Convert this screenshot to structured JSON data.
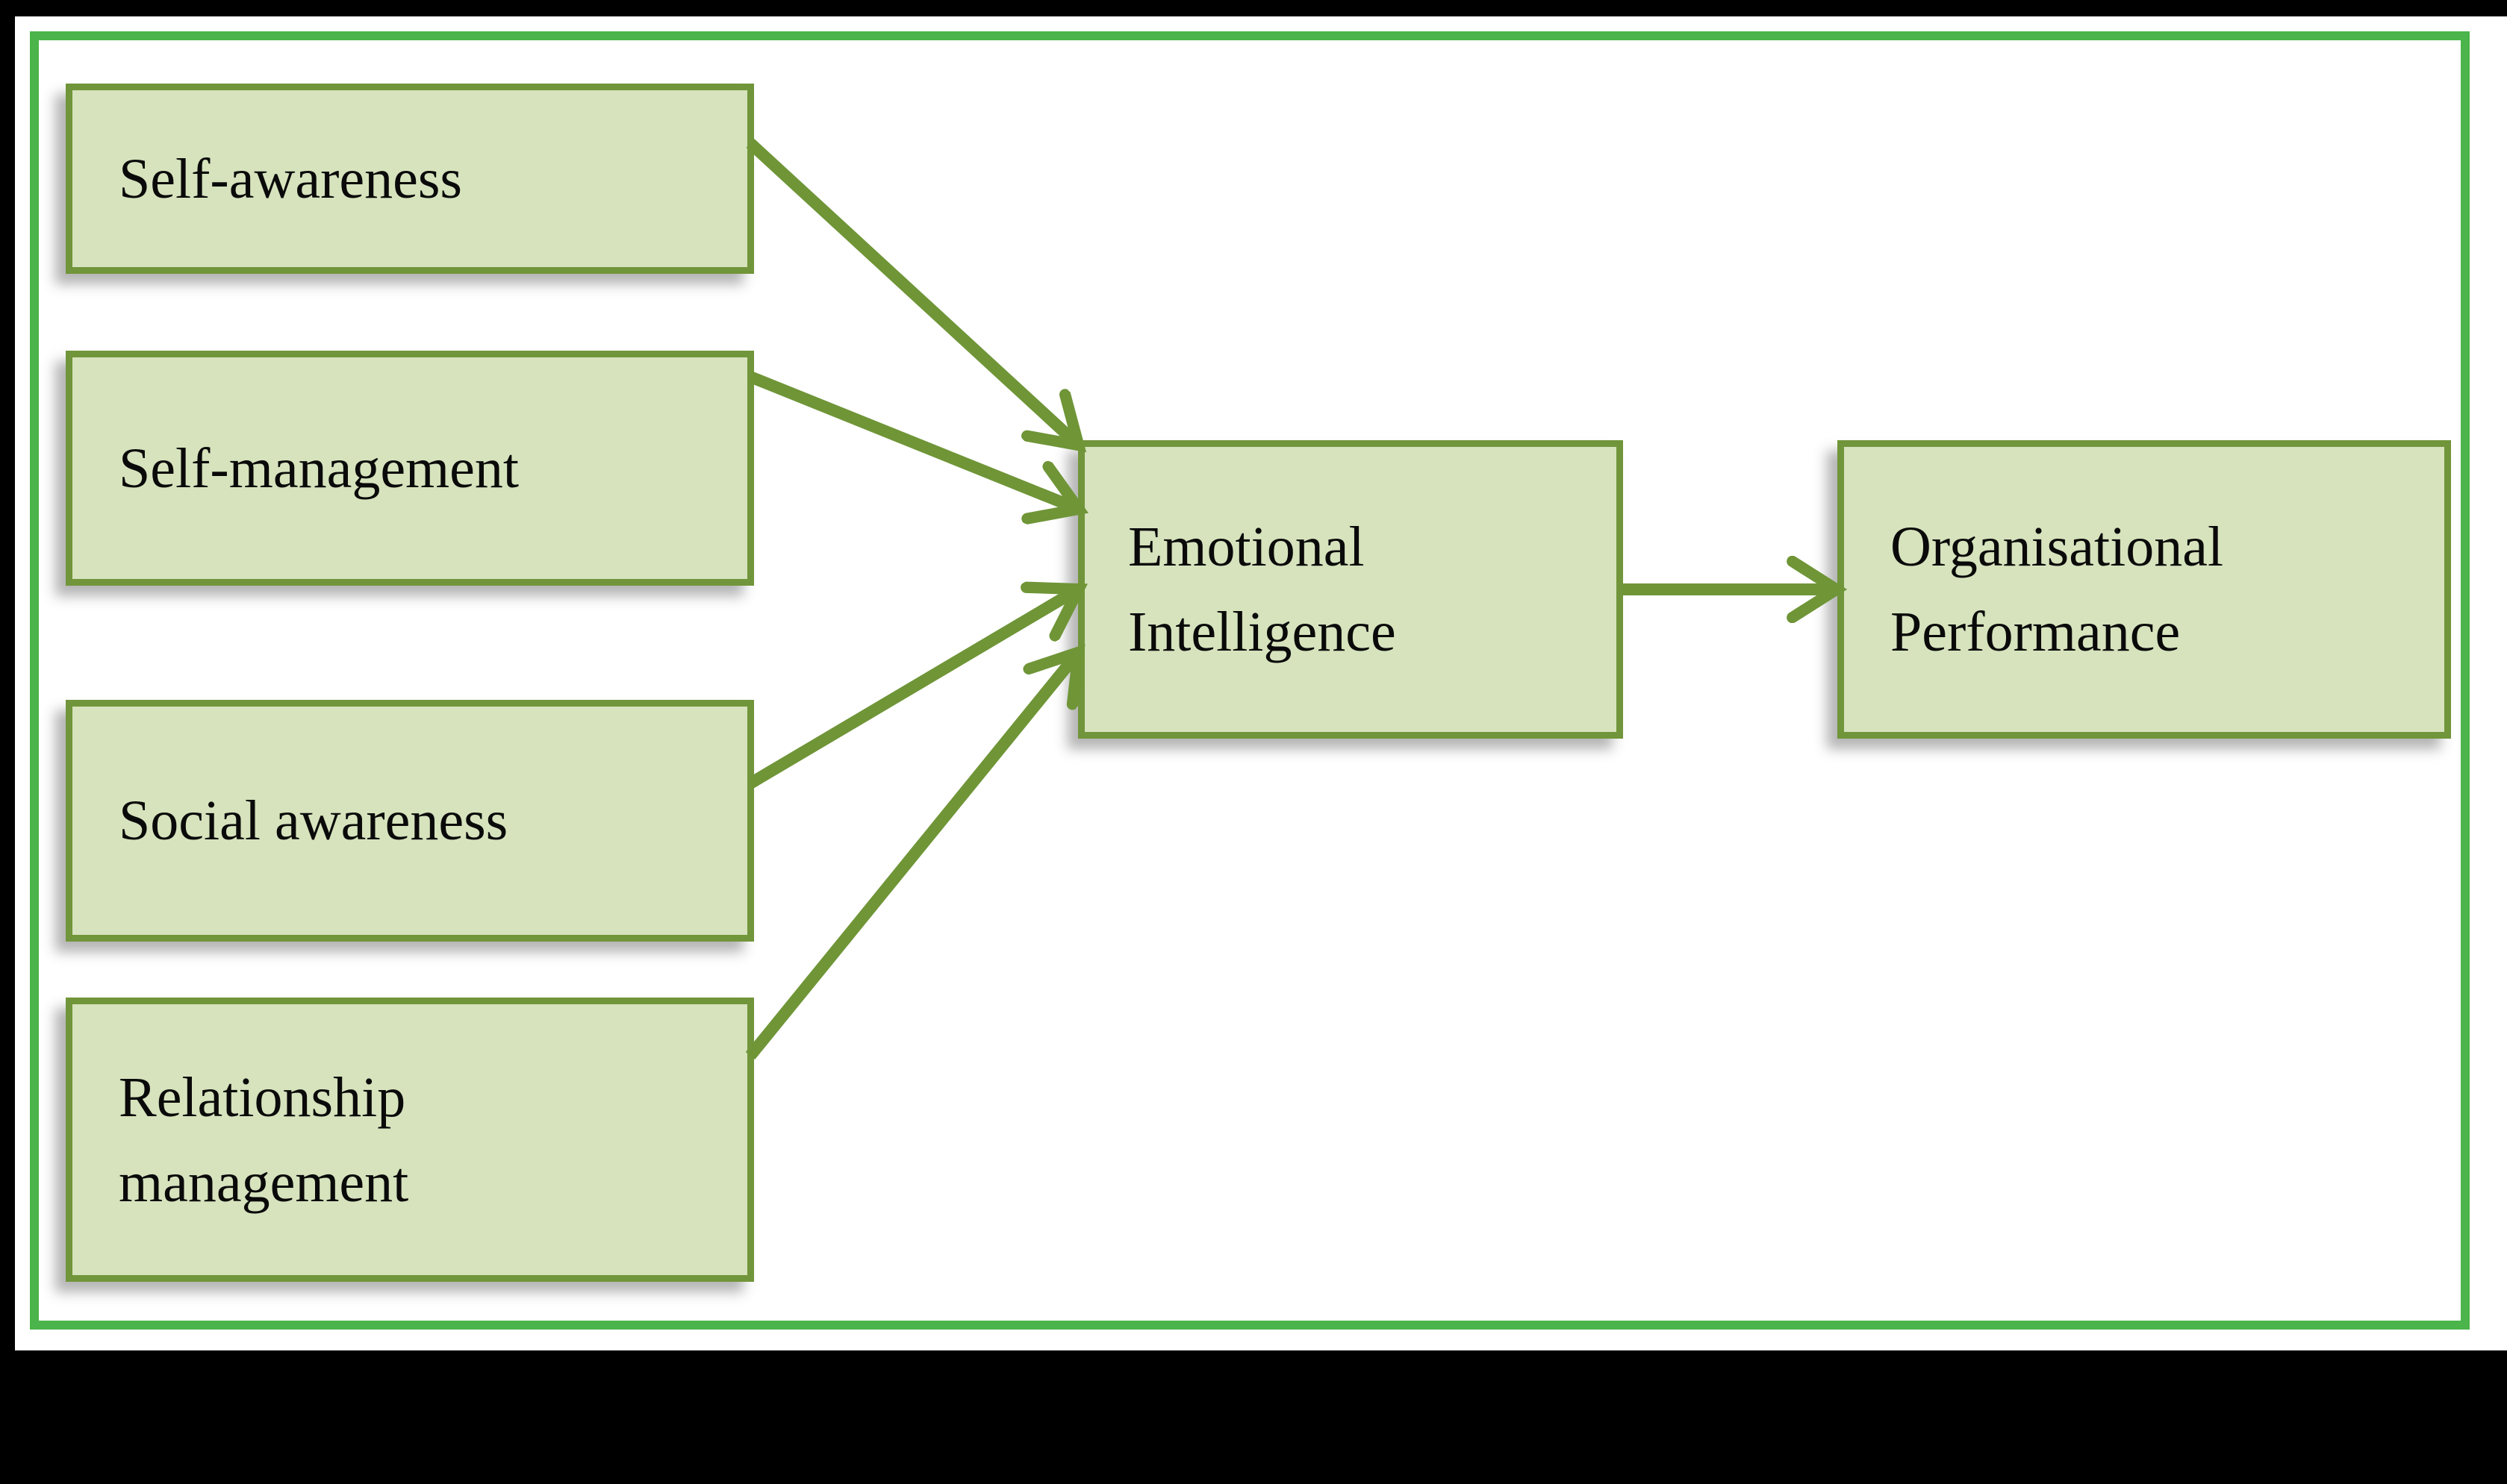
{
  "diagram": {
    "colors": {
      "canvas_bg": "#000000",
      "page_bg": "#ffffff",
      "outer_border": "#4bb44a",
      "box_border": "#71953a",
      "box_fill": "#d6e3bd",
      "arrow": "#6f9537",
      "text": "#0a0a0a"
    },
    "source_boxes": [
      {
        "label": "Self-awareness"
      },
      {
        "label": "Self-management"
      },
      {
        "label": "Social awareness"
      },
      {
        "label": "Relationship\nmanagement"
      }
    ],
    "mediator_box": {
      "label": "Emotional\nIntelligence"
    },
    "outcome_box": {
      "label": "Organisational\nPerformance"
    },
    "connections": [
      {
        "from": "Self-awareness",
        "to": "Emotional Intelligence"
      },
      {
        "from": "Self-management",
        "to": "Emotional Intelligence"
      },
      {
        "from": "Social awareness",
        "to": "Emotional Intelligence"
      },
      {
        "from": "Relationship management",
        "to": "Emotional Intelligence"
      },
      {
        "from": "Emotional Intelligence",
        "to": "Organisational Performance"
      }
    ]
  }
}
